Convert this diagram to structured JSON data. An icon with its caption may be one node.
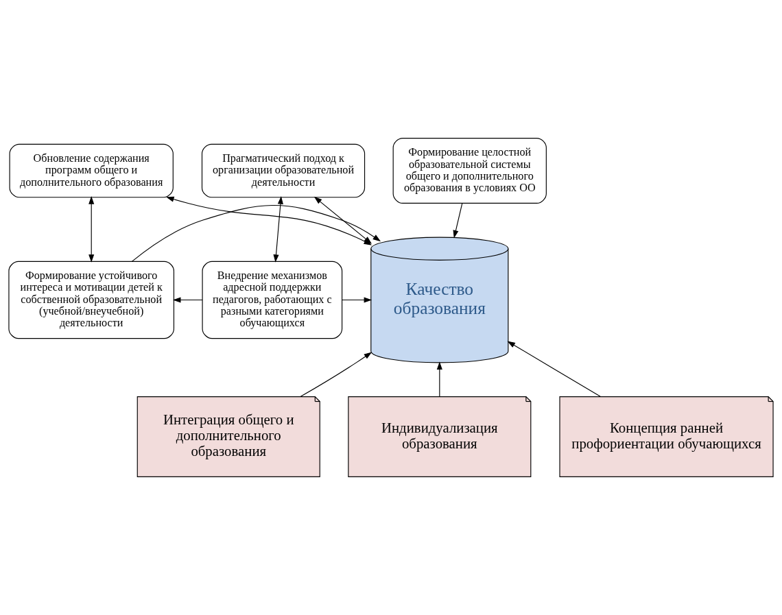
{
  "diagram": {
    "nodes": [
      {
        "text": [
          "Формирование целостной образовательной системы общего и дополнительного образования в условиях ОО"
        ]
      },
      {
        "text": [
          "Обновление содержания программ общего и дополнительного образования"
        ]
      },
      {
        "text": [
          "Прагматический подход к организации образовательной деятельности"
        ]
      },
      {
        "text": [
          "Качество образования"
        ]
      },
      {
        "text": [
          "Формирование устойчивого интереса и мотивации детей к собственной образовательной (учебной/внеучебной) деятельности"
        ]
      },
      {
        "text": [
          "Внедрение механизмов адресной поддержки педагогов, работающих с разными категориями обучающихся"
        ]
      },
      {
        "text": [
          "Интеграция общего и дополнительного образования"
        ]
      },
      {
        "text": [
          "Индивидуализация образования"
        ]
      },
      {
        "text": [
          "Концепция ранней профориентации обучающихся"
        ]
      }
    ],
    "edges": [
      {
        "from": 0,
        "to": 3,
        "arrow": "to"
      },
      {
        "from": 1,
        "to": 3,
        "arrow": "both"
      },
      {
        "from": 2,
        "to": 3,
        "arrow": "both"
      },
      {
        "from": 1,
        "to": 4,
        "arrow": "both"
      },
      {
        "from": 2,
        "to": 5,
        "arrow": "both"
      },
      {
        "from": 4,
        "to": 3,
        "arrow": "to"
      },
      {
        "from": 5,
        "to": 3,
        "arrow": "to"
      },
      {
        "from": 5,
        "to": 4,
        "arrow": "to"
      },
      {
        "from": 6,
        "to": 3,
        "arrow": "to"
      },
      {
        "from": 7,
        "to": 3,
        "arrow": "to"
      },
      {
        "from": 8,
        "to": 3,
        "arrow": "to"
      }
    ]
  }
}
